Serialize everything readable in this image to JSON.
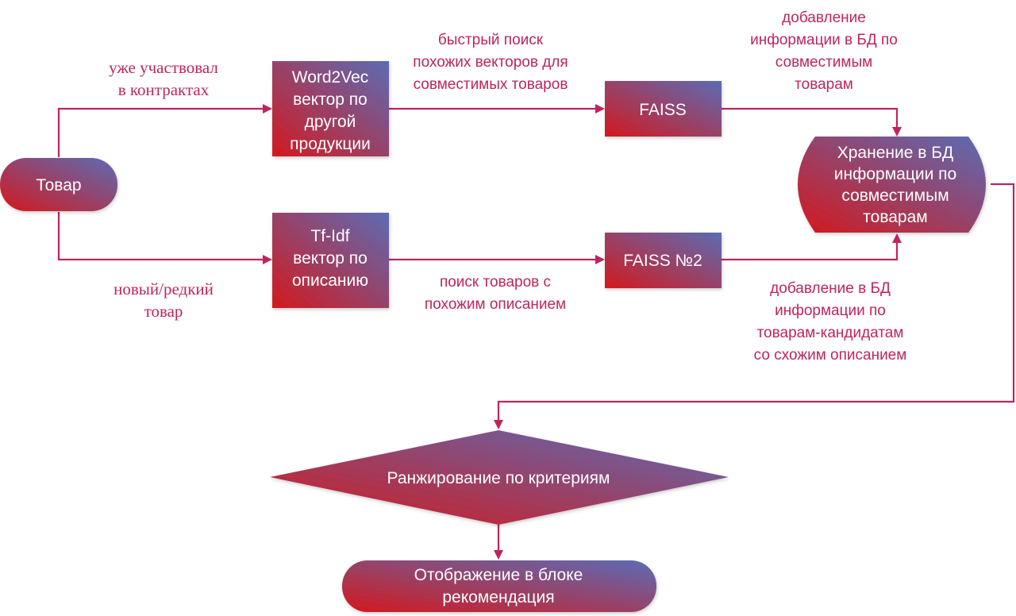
{
  "colors": {
    "gradient_start": "#d3191e",
    "gradient_end": "#5b6cb5",
    "connector": "#c0245f",
    "label_text": "#c0245f",
    "node_text": "#ffffff"
  },
  "nodes": {
    "product": [
      "Товар"
    ],
    "word2vec": [
      "Word2Vec",
      "вектор по",
      "другой",
      "продукции"
    ],
    "tfidf": [
      "Tf-Idf",
      "вектор по",
      "описанию"
    ],
    "faiss": [
      "FAISS"
    ],
    "faiss2": [
      "FAISS №2"
    ],
    "storage": [
      "Хранение в БД",
      "информации по",
      "совместимым",
      "товарам"
    ],
    "ranking": [
      "Ранжирование по критериям"
    ],
    "display": [
      "Отображение в блоке",
      "рекомендация"
    ]
  },
  "edge_labels": {
    "participated": [
      "уже участвовал",
      "в контрактах"
    ],
    "new_rare": [
      "новый/редкий",
      "товар"
    ],
    "fast_search": [
      "быстрый поиск",
      "похожих векторов для",
      "совместимых товаров"
    ],
    "desc_search": [
      "поиск товаров с",
      "похожим описанием"
    ],
    "add_compatible": [
      "добавление",
      "информации в БД по",
      "совместимым",
      "товарам"
    ],
    "add_candidates": [
      "добавление в БД",
      "информации по",
      "товарам-кандидатам",
      "со схожим описанием"
    ]
  }
}
